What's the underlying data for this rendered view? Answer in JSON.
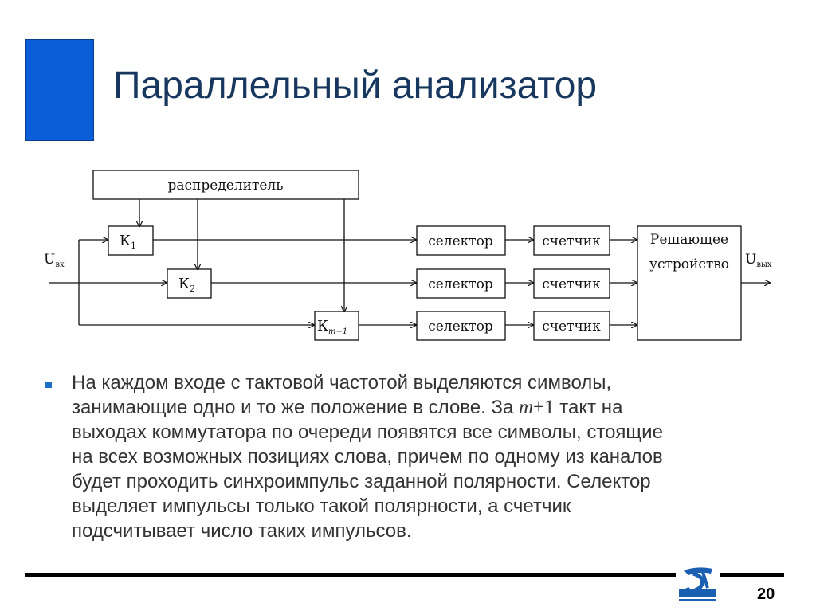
{
  "slide": {
    "title": "Параллельный анализатор",
    "page_number": "20",
    "accent_color": "#0b5ed7",
    "title_color": "#17375e"
  },
  "diagram": {
    "distributor_label": "распределитель",
    "input_label": "U",
    "input_sub": "вх",
    "output_label": "U",
    "output_sub": "вых",
    "channels": [
      {
        "key_main": "К",
        "key_sub": "1",
        "selector": "селектор",
        "counter": "счетчик"
      },
      {
        "key_main": "К",
        "key_sub": "2",
        "selector": "селектор",
        "counter": "счетчик"
      },
      {
        "key_main": "К",
        "key_sub": "m+1",
        "selector": "селектор",
        "counter": "счетчик"
      }
    ],
    "decision_line1": "Решающее",
    "decision_line2": "устройство"
  },
  "body": {
    "line1": "На каждом входе с тактовой частотой выделяются символы,",
    "line2_a": "занимающие одно и то же положение в слове. За ",
    "line2_m": "m",
    "line2_plus": "+1",
    "line2_b": " такт на",
    "line3": "выходах коммутатора по очереди появятся все символы, стоящие",
    "line4": "на всех возможных позициях слова, причем по одному из каналов",
    "line5": "будет проходить синхроимпульс заданной полярности. Селектор",
    "line6": "выделяет импульсы только такой полярности, а счетчик",
    "line7": "подсчитывает число таких импульсов.",
    "bullet_color": "#1f6fc5"
  }
}
